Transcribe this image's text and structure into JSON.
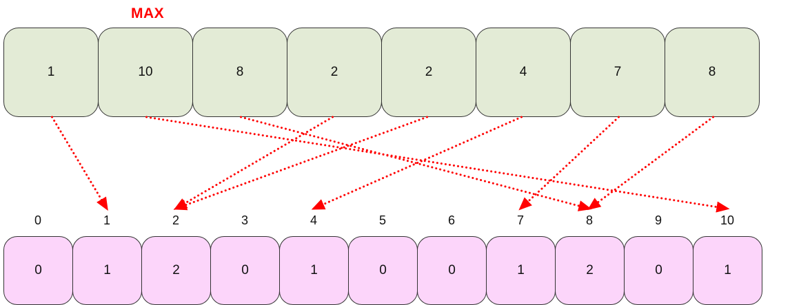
{
  "diagram": {
    "title_label": "MAX",
    "title_color": "#ff0000",
    "input_array": {
      "name": "input-array",
      "fill_color": "#e3ebd6",
      "border_color": "#333333",
      "values": [
        "1",
        "10",
        "8",
        "2",
        "2",
        "4",
        "7",
        "8"
      ]
    },
    "count_array": {
      "name": "count-array",
      "fill_color": "#fcd5fa",
      "border_color": "#333333",
      "indices": [
        "0",
        "1",
        "2",
        "3",
        "4",
        "5",
        "6",
        "7",
        "8",
        "9",
        "10"
      ],
      "values": [
        "0",
        "1",
        "2",
        "0",
        "1",
        "0",
        "0",
        "1",
        "2",
        "0",
        "1"
      ]
    },
    "arrows": {
      "color": "#ff0000",
      "style": "dotted",
      "mappings": [
        {
          "from_cell": 0,
          "from_value": "1",
          "to_index": 1
        },
        {
          "from_cell": 1,
          "from_value": "10",
          "to_index": 10
        },
        {
          "from_cell": 2,
          "from_value": "8",
          "to_index": 8
        },
        {
          "from_cell": 3,
          "from_value": "2",
          "to_index": 2
        },
        {
          "from_cell": 4,
          "from_value": "2",
          "to_index": 2
        },
        {
          "from_cell": 5,
          "from_value": "4",
          "to_index": 4
        },
        {
          "from_cell": 6,
          "from_value": "7",
          "to_index": 7
        },
        {
          "from_cell": 7,
          "from_value": "8",
          "to_index": 8
        }
      ]
    }
  }
}
